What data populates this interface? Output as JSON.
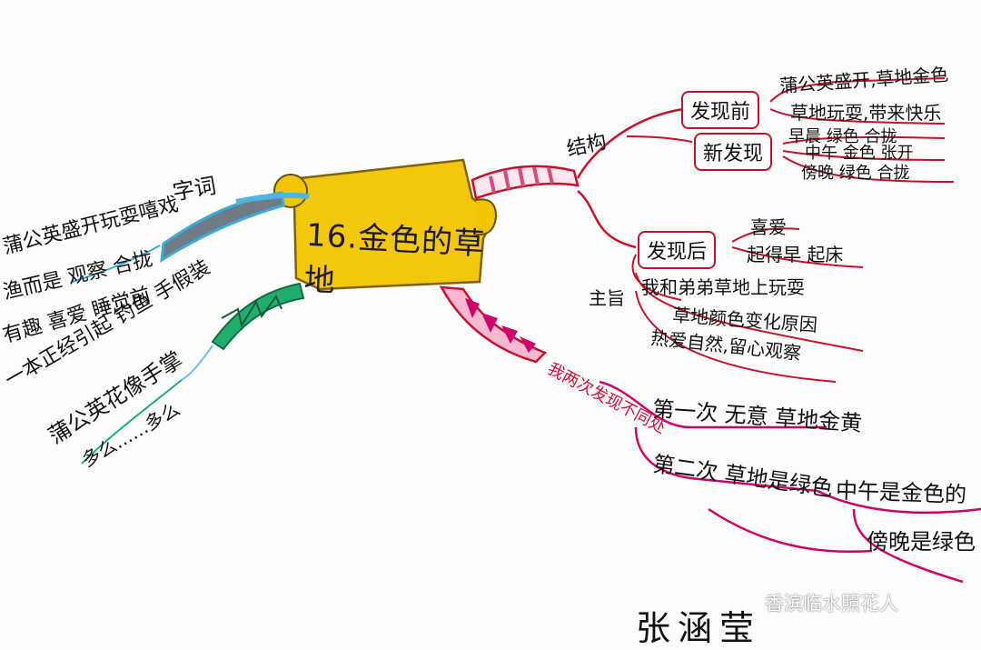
{
  "center": {
    "title": "16.金色的草地"
  },
  "left": {
    "label_words": "字词",
    "lines": [
      "蒲公英盛开玩耍嘻戏",
      "渔而是 观察 合拢",
      "有趣 喜爱 睡觉前",
      "一本正经引起 钓鱼 手假装"
    ],
    "green_lines": [
      "蒲公英花像手掌",
      "多么……多么"
    ]
  },
  "right": {
    "structure": {
      "label": "结构",
      "discover_before": {
        "label": "发现前",
        "items": [
          "蒲公英盛开,草地金色",
          "草地玩耍,带来快乐"
        ]
      },
      "new_discovery": {
        "label": "新发现",
        "items": [
          "早晨 绿色 合拢",
          "中午 金色 张开",
          "傍晚 绿色 合拢"
        ]
      }
    },
    "after": {
      "label": "发现后",
      "items": [
        "喜爱",
        "起得早 起床"
      ]
    },
    "theme": {
      "label": "主旨",
      "items": [
        "我和弟弟草地上玩耍",
        "草地颜色变化原因",
        "热爱自然,留心观察"
      ]
    },
    "two_times": {
      "label": "我两次发现不同处",
      "first": "第一次 无意 草地金黄",
      "second": "第二次 草地是绿色",
      "noon": "中午是金色的",
      "evening": "傍晚是绿色"
    }
  },
  "signature": "张涵莹",
  "watermark": "香滨临水照花人",
  "colors": {
    "center_fill": "#f2c500",
    "red_branch": "#c8102e",
    "magenta_branch": "#d0006a",
    "blue_branch": "#3fa9d8",
    "green_branch": "#1fae6e",
    "pink_stripe": "#e0457b"
  }
}
